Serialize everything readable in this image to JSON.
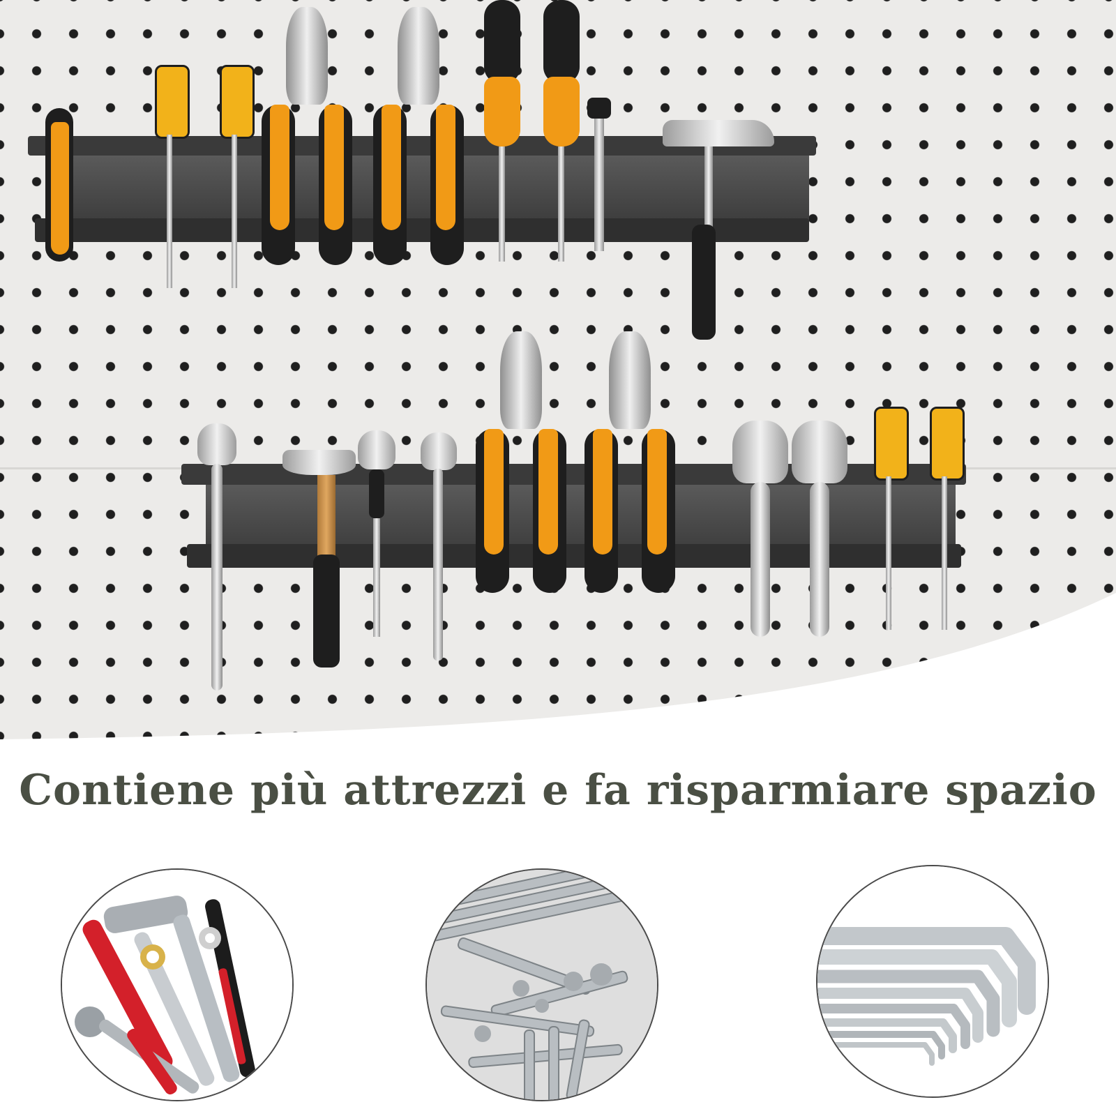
{
  "headline": "Contiene più attrezzi e fa risparmiare spazio",
  "colors": {
    "pegboard": "#ecebe9",
    "rack": "#3a3a3a",
    "handle_orange": "#f19a16",
    "handle_yellow": "#f2b21a",
    "headline": "#4a4f44"
  },
  "icons": [
    "pegboard",
    "tool-rack",
    "pliers-icon",
    "screwdriver-icon",
    "hammer-icon",
    "wrench-icon",
    "hex-key-icon"
  ]
}
